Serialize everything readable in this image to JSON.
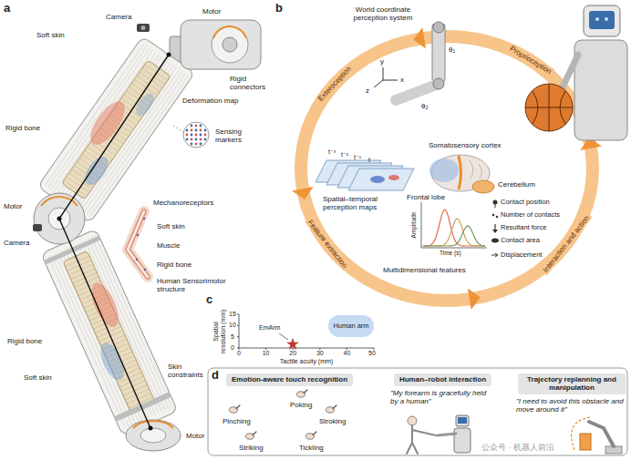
{
  "diagram": {
    "nodes": [
      {
        "text": [
          "Human arm"
        ]
      },
      {
        "text": [
          "Emotion-aware touch recognition"
        ]
      },
      {
        "text": [
          "Human–robot interaction"
        ]
      },
      {
        "text": [
          "Trajectory replanning and manipulation"
        ]
      }
    ],
    "labels": [
      "a",
      "Camera",
      "Motor",
      "Soft skin",
      "Rigid connectors",
      "Deformation map",
      "Sensing markers",
      "Rigid bone",
      "Mechanoreceptors",
      "Soft skin",
      "Muscle",
      "Rigid bone",
      "Human Sensorimotor structure",
      "Camera",
      "Motor",
      "Rigid bone",
      "Soft skin",
      "Skin constraints",
      "Motor",
      "b",
      "World coordinate perception system",
      "θ₁",
      "θ₂",
      "x",
      "y",
      "z",
      "Proprioception",
      "Exteroception",
      "Somatosensory cortex",
      "Frontal lobe",
      "Cerebellum",
      "t⁻³",
      "t⁻²",
      "t⁻¹",
      "t",
      "Spatial–temporal perception maps",
      "Feature extraction",
      "Interaction and action",
      "Amplitude",
      "Time (s)",
      "Multidimensional features",
      "Contact position",
      "Number of contacts",
      "Resultant force",
      "Contact area",
      "Displacement",
      "c",
      "Spatial resolution (mm)",
      "0",
      "5",
      "10",
      "15",
      "0",
      "10",
      "20",
      "30",
      "40",
      "50",
      "Tactile acuity (mm)",
      "EmArm",
      "d",
      "Poking",
      "Pinching",
      "Stroking",
      "Striking",
      "Tickling",
      "\"My forearm is gracefully held by a human\"",
      "\"I need to avoid this obstacle and move around it\"",
      "公众号 · 机器人前沿"
    ]
  }
}
